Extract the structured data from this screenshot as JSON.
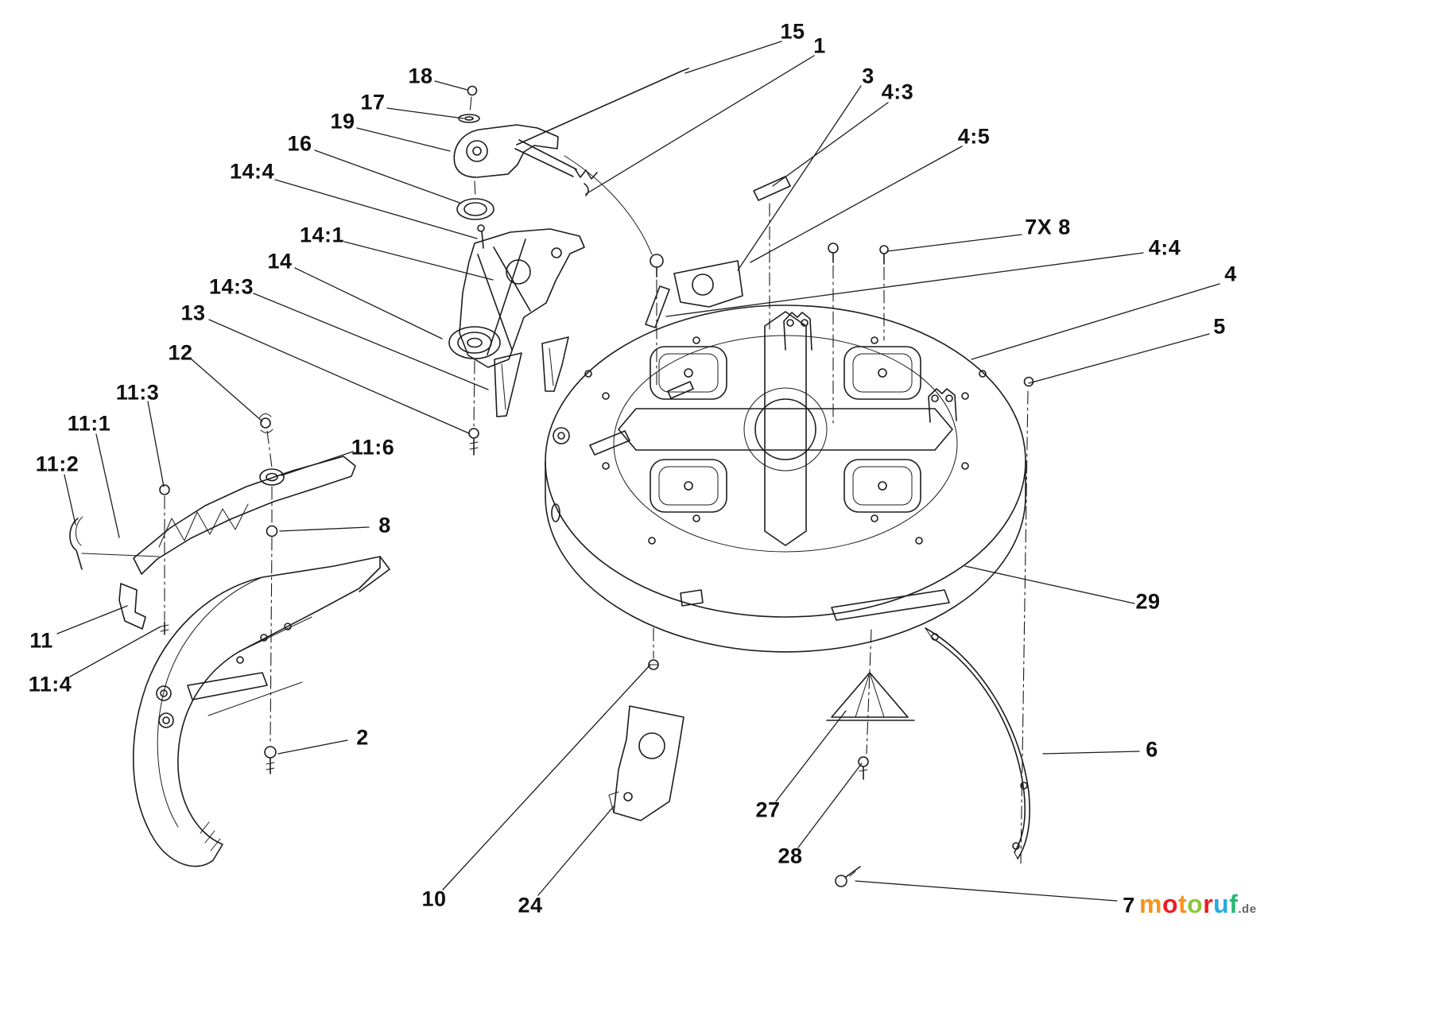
{
  "page": {
    "background": "#ffffff",
    "drawing_color": "#1c1c1c",
    "description": "Exploded parts diagram of a mower deck assembly"
  },
  "diagram": {
    "labels": [
      {
        "id": "15",
        "text": "15"
      },
      {
        "id": "1",
        "text": "1"
      },
      {
        "id": "3",
        "text": "3"
      },
      {
        "id": "4-3",
        "text": "4:3"
      },
      {
        "id": "4-5",
        "text": "4:5"
      },
      {
        "id": "7x8",
        "text": "7X 8"
      },
      {
        "id": "4-4",
        "text": "4:4"
      },
      {
        "id": "4",
        "text": "4"
      },
      {
        "id": "5",
        "text": "5"
      },
      {
        "id": "18",
        "text": "18"
      },
      {
        "id": "17",
        "text": "17"
      },
      {
        "id": "19",
        "text": "19"
      },
      {
        "id": "16",
        "text": "16"
      },
      {
        "id": "14-4",
        "text": "14:4"
      },
      {
        "id": "14-1",
        "text": "14:1"
      },
      {
        "id": "14",
        "text": "14"
      },
      {
        "id": "14-3",
        "text": "14:3"
      },
      {
        "id": "13",
        "text": "13"
      },
      {
        "id": "12",
        "text": "12"
      },
      {
        "id": "11-3",
        "text": "11:3"
      },
      {
        "id": "11-1",
        "text": "11:1"
      },
      {
        "id": "11-2",
        "text": "11:2"
      },
      {
        "id": "11-6",
        "text": "11:6"
      },
      {
        "id": "8",
        "text": "8"
      },
      {
        "id": "11",
        "text": "11"
      },
      {
        "id": "11-4",
        "text": "11:4"
      },
      {
        "id": "2",
        "text": "2"
      },
      {
        "id": "10",
        "text": "10"
      },
      {
        "id": "24",
        "text": "24"
      },
      {
        "id": "27",
        "text": "27"
      },
      {
        "id": "28",
        "text": "28"
      },
      {
        "id": "29",
        "text": "29"
      },
      {
        "id": "6",
        "text": "6"
      },
      {
        "id": "7",
        "text": "7"
      }
    ]
  },
  "logo": {
    "letters": [
      {
        "char": "m",
        "style": "color:#f7941e"
      },
      {
        "char": "o",
        "style": "color:#ed1c24"
      },
      {
        "char": "t",
        "style": "color:#f7941e"
      },
      {
        "char": "o",
        "style": "color:#8dc63f"
      },
      {
        "char": "r",
        "style": "color:#ed1c24"
      },
      {
        "char": "u",
        "style": "color:#27aae1"
      },
      {
        "char": "f",
        "style": "color:#2bb673"
      }
    ],
    "suffix": ".de"
  }
}
